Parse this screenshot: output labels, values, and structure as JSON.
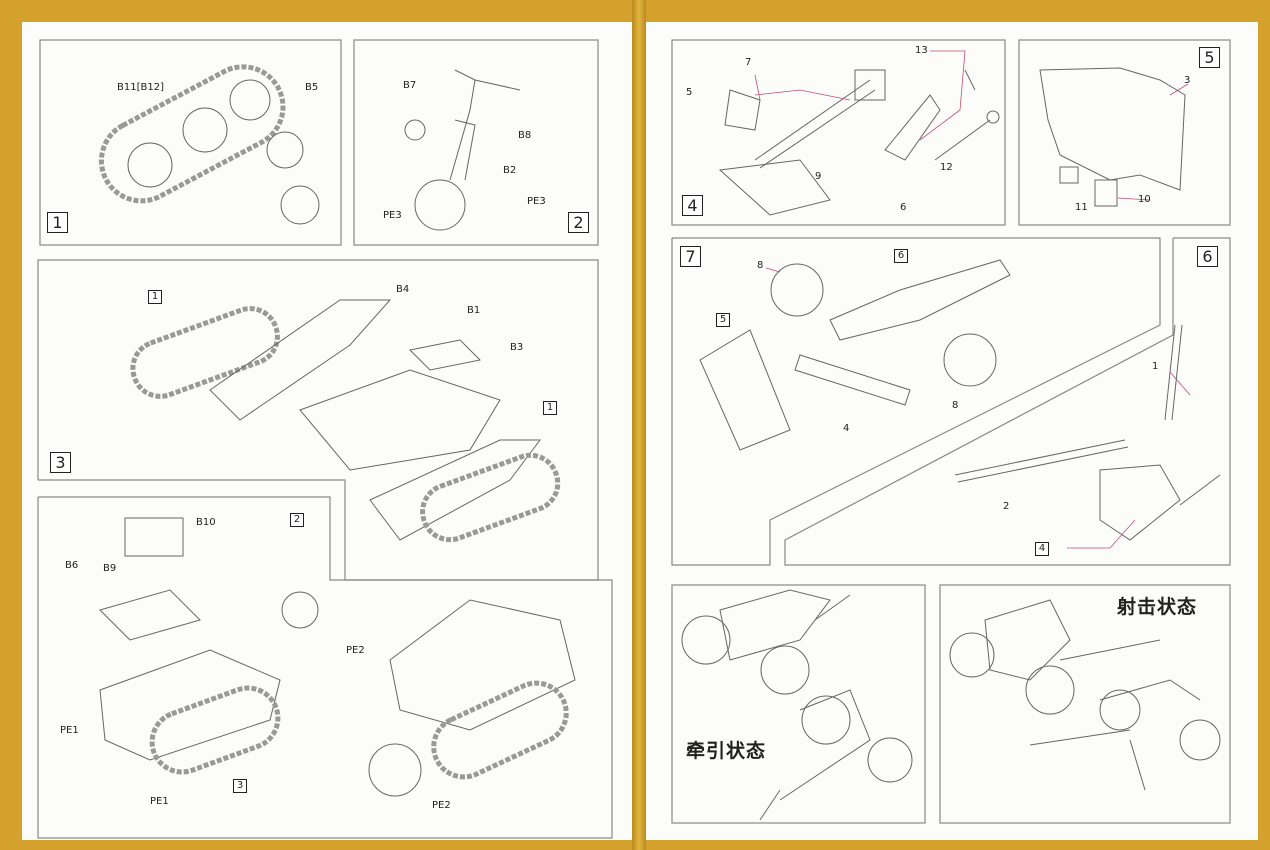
{
  "steps": {
    "s1": "1",
    "s2": "2",
    "s3": "3",
    "s4": "4",
    "s5": "5",
    "s6": "6",
    "s7": "7"
  },
  "panel1": {
    "labels": [
      "B11[B12]",
      "B5"
    ]
  },
  "panel2": {
    "labels": [
      "B7",
      "B8",
      "B2",
      "PE3",
      "PE3"
    ]
  },
  "panel3": {
    "labels": [
      "1",
      "B4",
      "B1",
      "B3",
      "1"
    ]
  },
  "panel8": {
    "labels": [
      "B10",
      "2",
      "B6",
      "B9",
      "PE1",
      "PE1",
      "3",
      "PE2",
      "PE2"
    ]
  },
  "panel4": {
    "labels": [
      "13",
      "7",
      "5",
      "9",
      "6",
      "12"
    ]
  },
  "panel5": {
    "labels": [
      "3",
      "11",
      "10"
    ]
  },
  "panel7": {
    "labels": [
      "8",
      "6",
      "5",
      "4",
      "8"
    ]
  },
  "panel6": {
    "labels": [
      "1",
      "2",
      "4"
    ]
  },
  "captions": {
    "towing": "牵引状态",
    "firing": "射击状态"
  },
  "colors": {
    "background": "#d4a22c",
    "page": "#fcfcfb",
    "border": "#777777",
    "leader": "#c0506a"
  }
}
